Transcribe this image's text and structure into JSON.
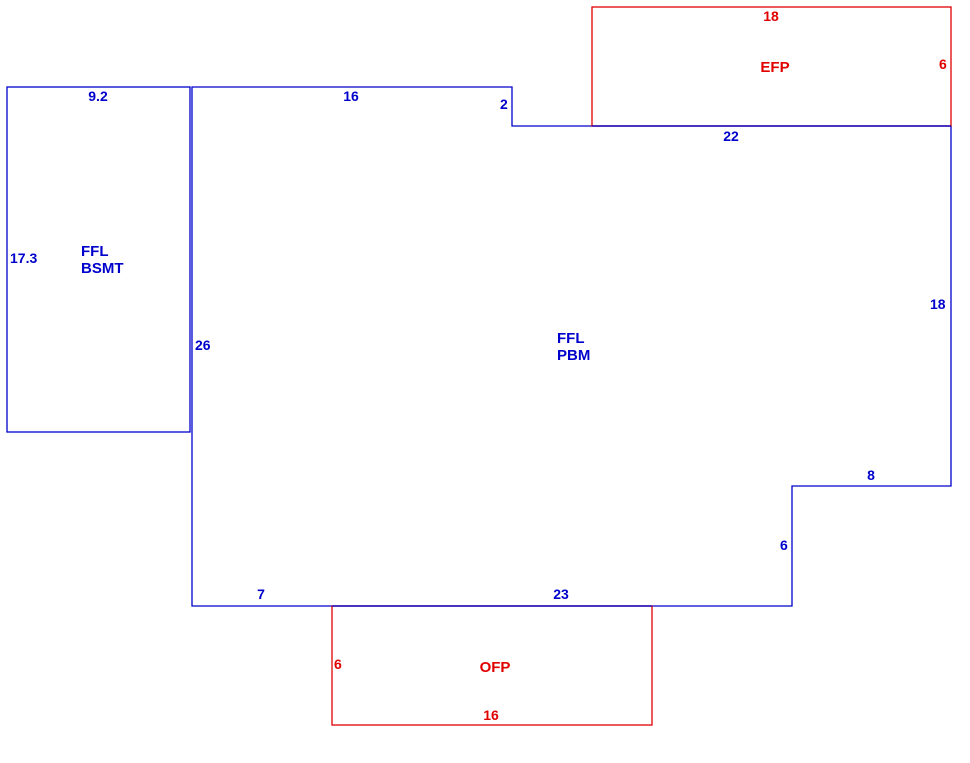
{
  "colors": {
    "living": "#0000cc",
    "porch": "#e00000",
    "background": "#ffffff"
  },
  "basement": {
    "label_line1": "FFL",
    "label_line2": "BSMT",
    "dims": {
      "top": "9.2",
      "left": "17.3"
    }
  },
  "main": {
    "label_line1": "FFL",
    "label_line2": "PBM",
    "dims": {
      "top_left": "16",
      "notch": "2",
      "top_right": "22",
      "right": "18",
      "step_top": "8",
      "step_side": "6",
      "bottom_left": "7",
      "bottom_right": "23",
      "left": "26"
    }
  },
  "efp": {
    "label": "EFP",
    "dims": {
      "top": "18",
      "right": "6"
    }
  },
  "ofp": {
    "label": "OFP",
    "dims": {
      "left": "6",
      "bottom": "16"
    }
  }
}
